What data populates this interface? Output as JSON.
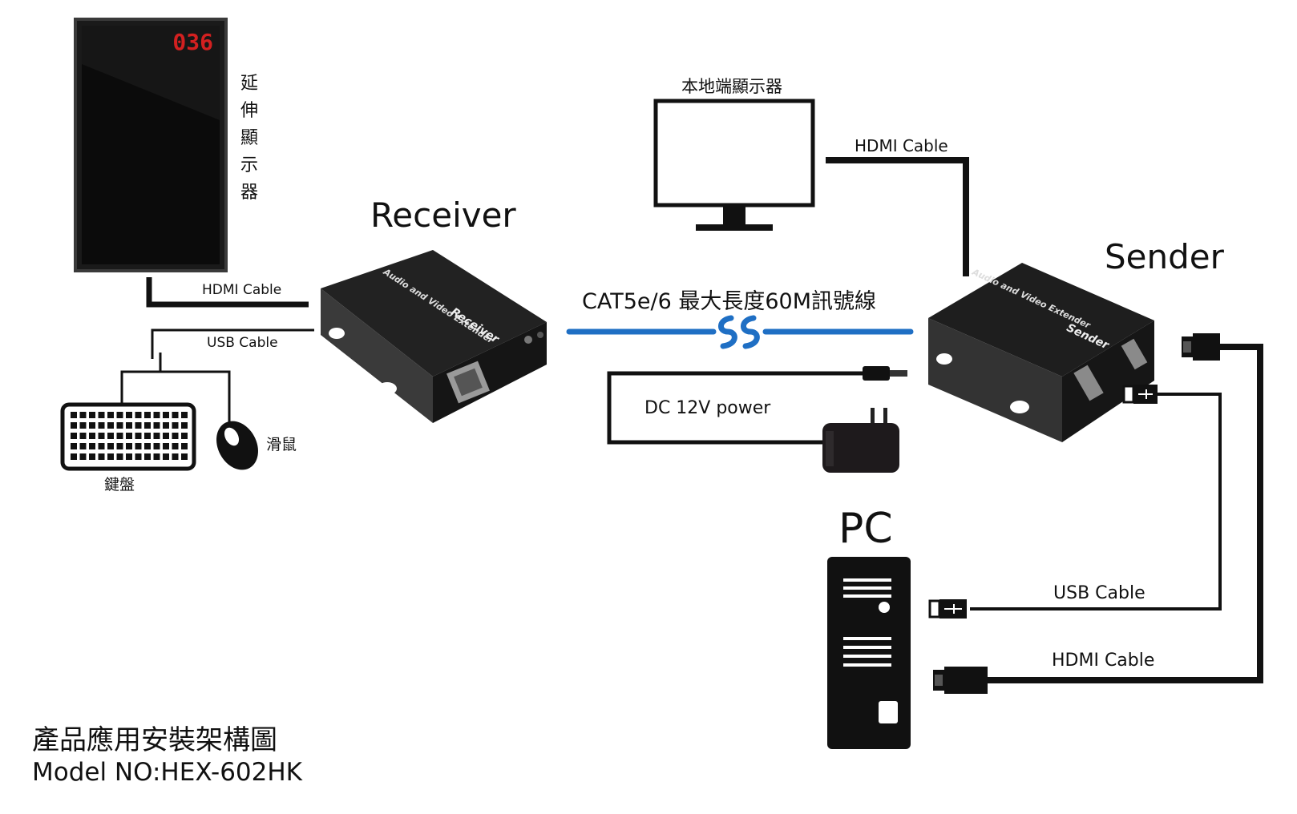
{
  "remote_display": {
    "counter": "036",
    "label": "延伸顯示器"
  },
  "receiver": {
    "title": "Receiver",
    "device_text": "Receiver",
    "device_subtext": "Audio and Video Extender"
  },
  "sender": {
    "title": "Sender",
    "device_text": "Sender",
    "device_subtext": "Audio and Video Extender"
  },
  "local_display": {
    "label": "本地端顯示器"
  },
  "cables": {
    "hdmi_receiver": "HDMI Cable",
    "usb_receiver": "USB Cable",
    "hdmi_local": "HDMI Cable",
    "cat_link": "CAT5e/6 最大長度60M訊號線",
    "dc_power": "DC 12V  power",
    "usb_pc": "USB Cable",
    "hdmi_pc": "HDMI Cable"
  },
  "peripherals": {
    "keyboard": "鍵盤",
    "mouse": "滑鼠"
  },
  "pc": {
    "label": "PC"
  },
  "footer": {
    "title": "產品應用安裝架構圖",
    "model": "Model NO:HEX-602HK"
  },
  "colors": {
    "cable": "#111111",
    "cat_link": "#1f6fc4",
    "counter": "#d32020",
    "device": "#1b1b1b"
  }
}
